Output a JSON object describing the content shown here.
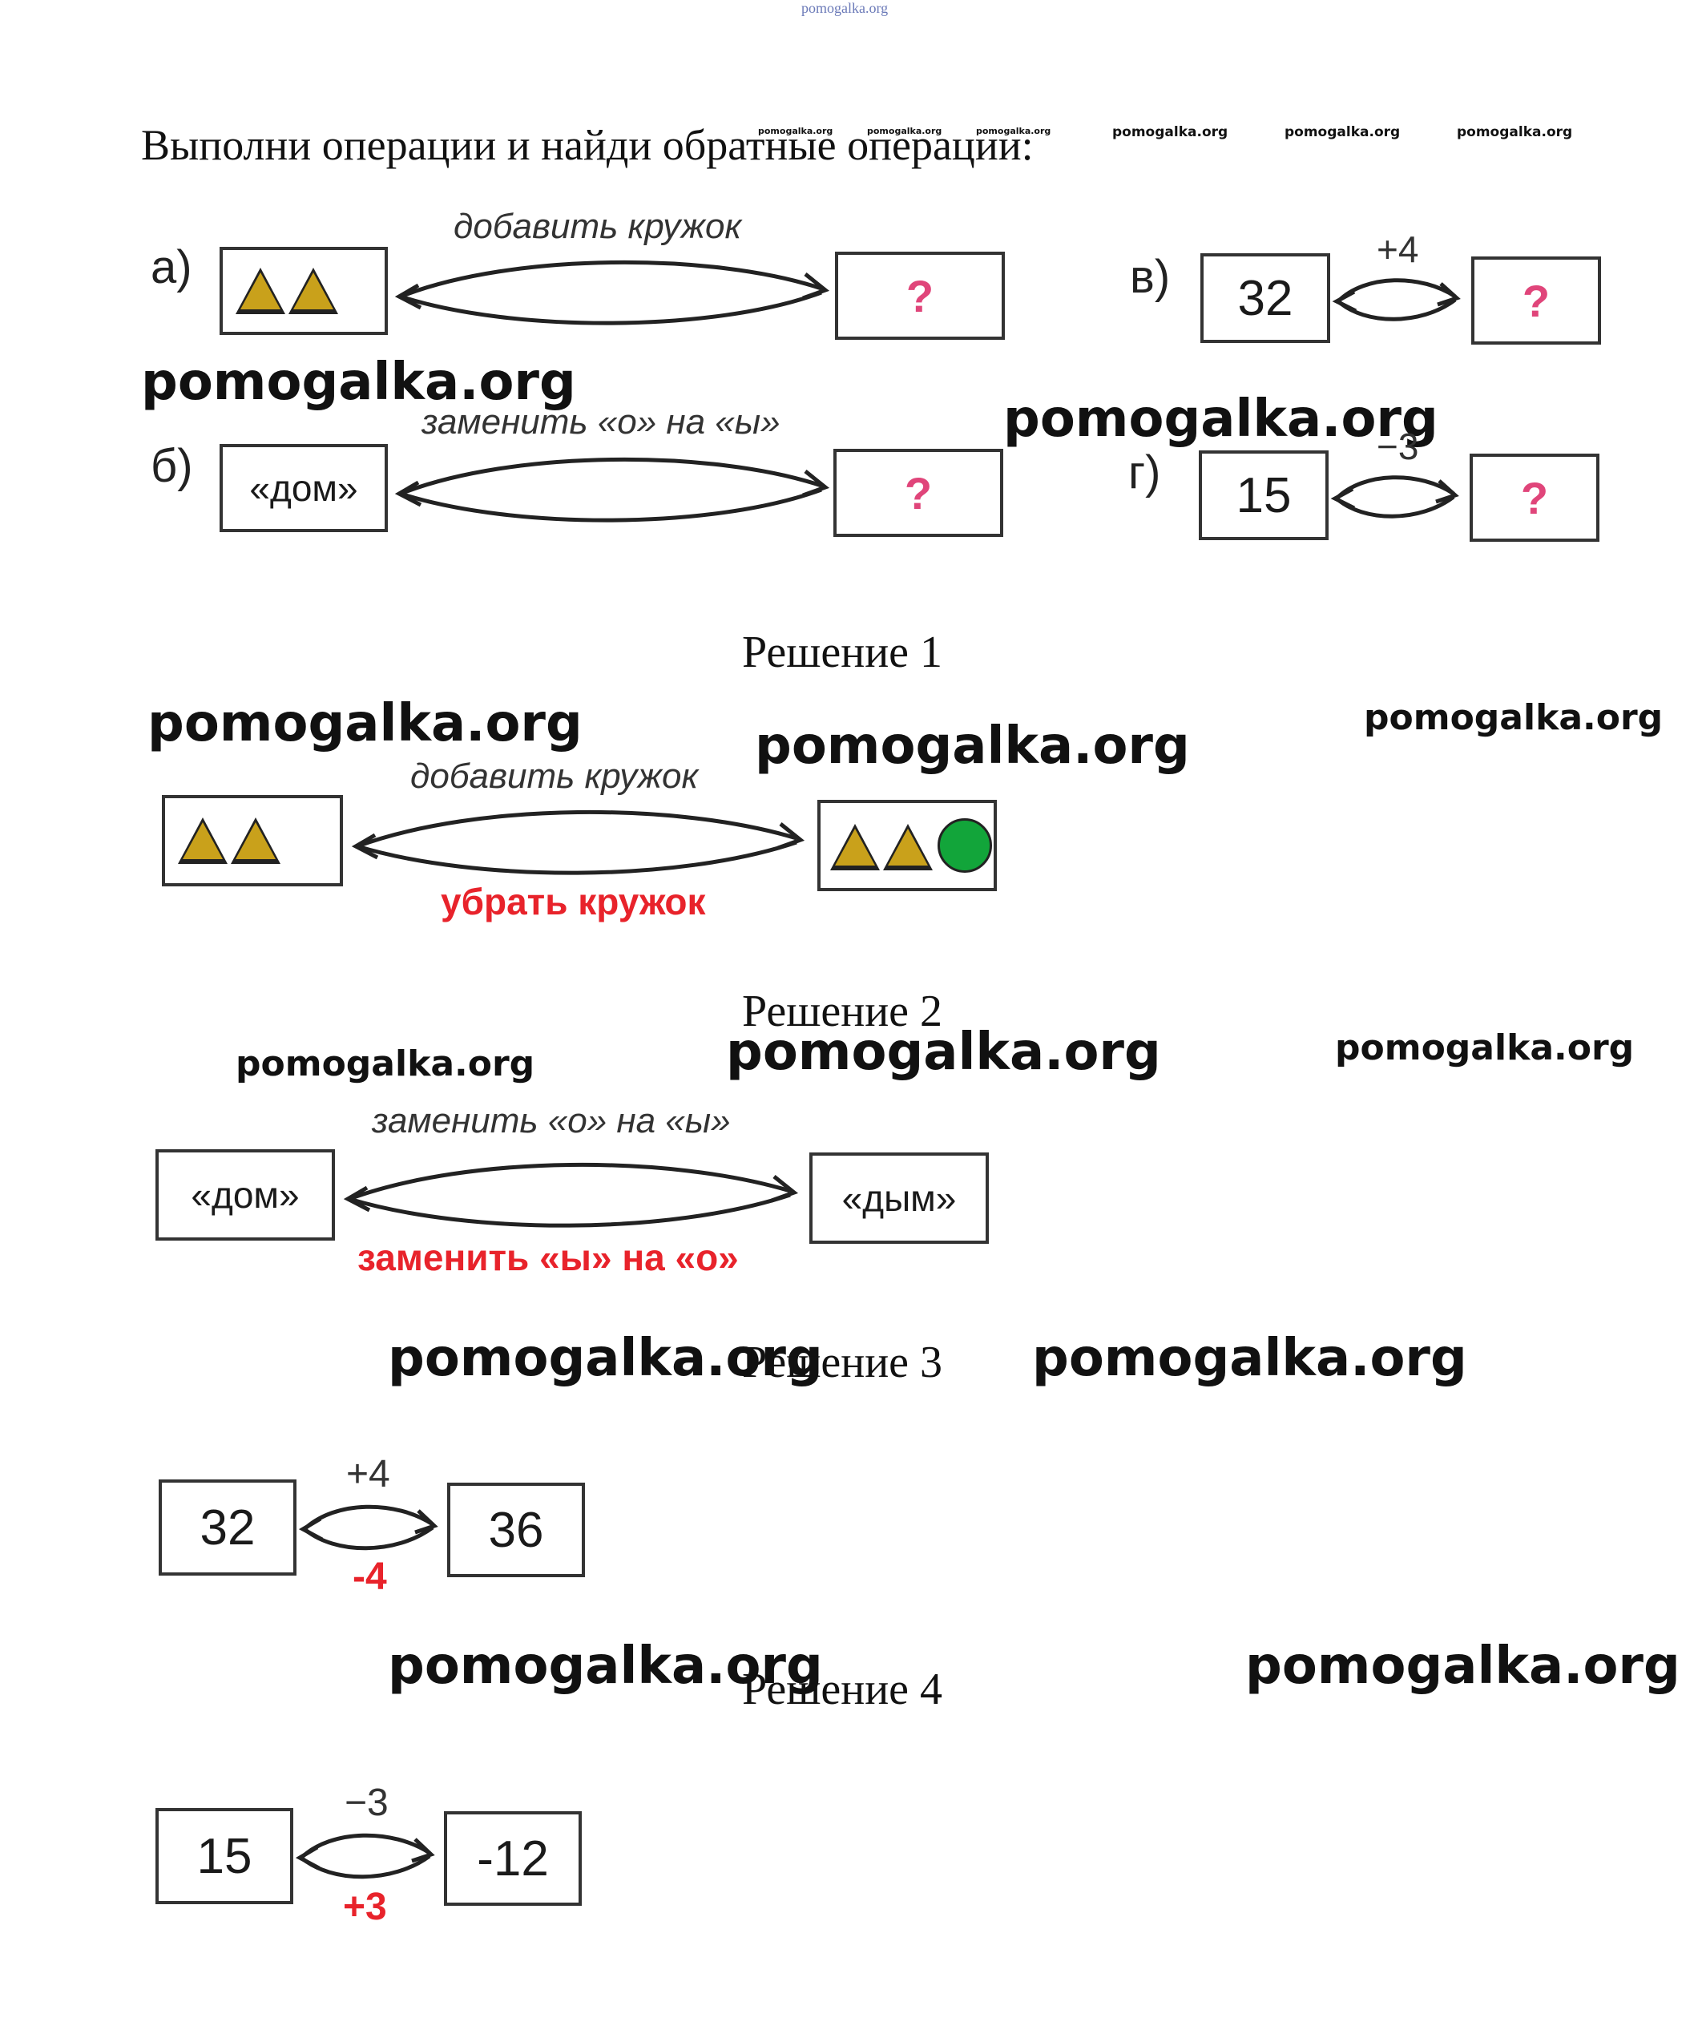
{
  "top_watermark": "pomogalka.org",
  "title": "Выполни операции и найди обратные операции:",
  "watermark": "pomogalka.org",
  "task": {
    "a": {
      "label": "а)",
      "op": "добавить кружок",
      "result": "?"
    },
    "b": {
      "label": "б)",
      "start": "«дом»",
      "op": "заменить «о» на «ы»",
      "result": "?"
    },
    "v": {
      "label": "в)",
      "start": "32",
      "op": "+4",
      "result": "?"
    },
    "g": {
      "label": "г)",
      "start": "15",
      "op": "−3",
      "result": "?"
    }
  },
  "solutions": [
    {
      "heading": "Решение 1",
      "op": "добавить кружок",
      "inverse": "убрать кружок"
    },
    {
      "heading": "Решение 2",
      "start": "«дом»",
      "end": "«дым»",
      "op": "заменить «о» на «ы»",
      "inverse": "заменить «ы» на «о»"
    },
    {
      "heading": "Решение 3",
      "start": "32",
      "end": "36",
      "op": "+4",
      "inverse": "-4"
    },
    {
      "heading": "Решение 4",
      "start": "15",
      "end": "-12",
      "op": "−3",
      "inverse": "+3"
    }
  ],
  "colors": {
    "triangle": "#c9a11b",
    "circle": "#12a53a",
    "question": "#e0457a",
    "inverse": "#e8232b"
  }
}
